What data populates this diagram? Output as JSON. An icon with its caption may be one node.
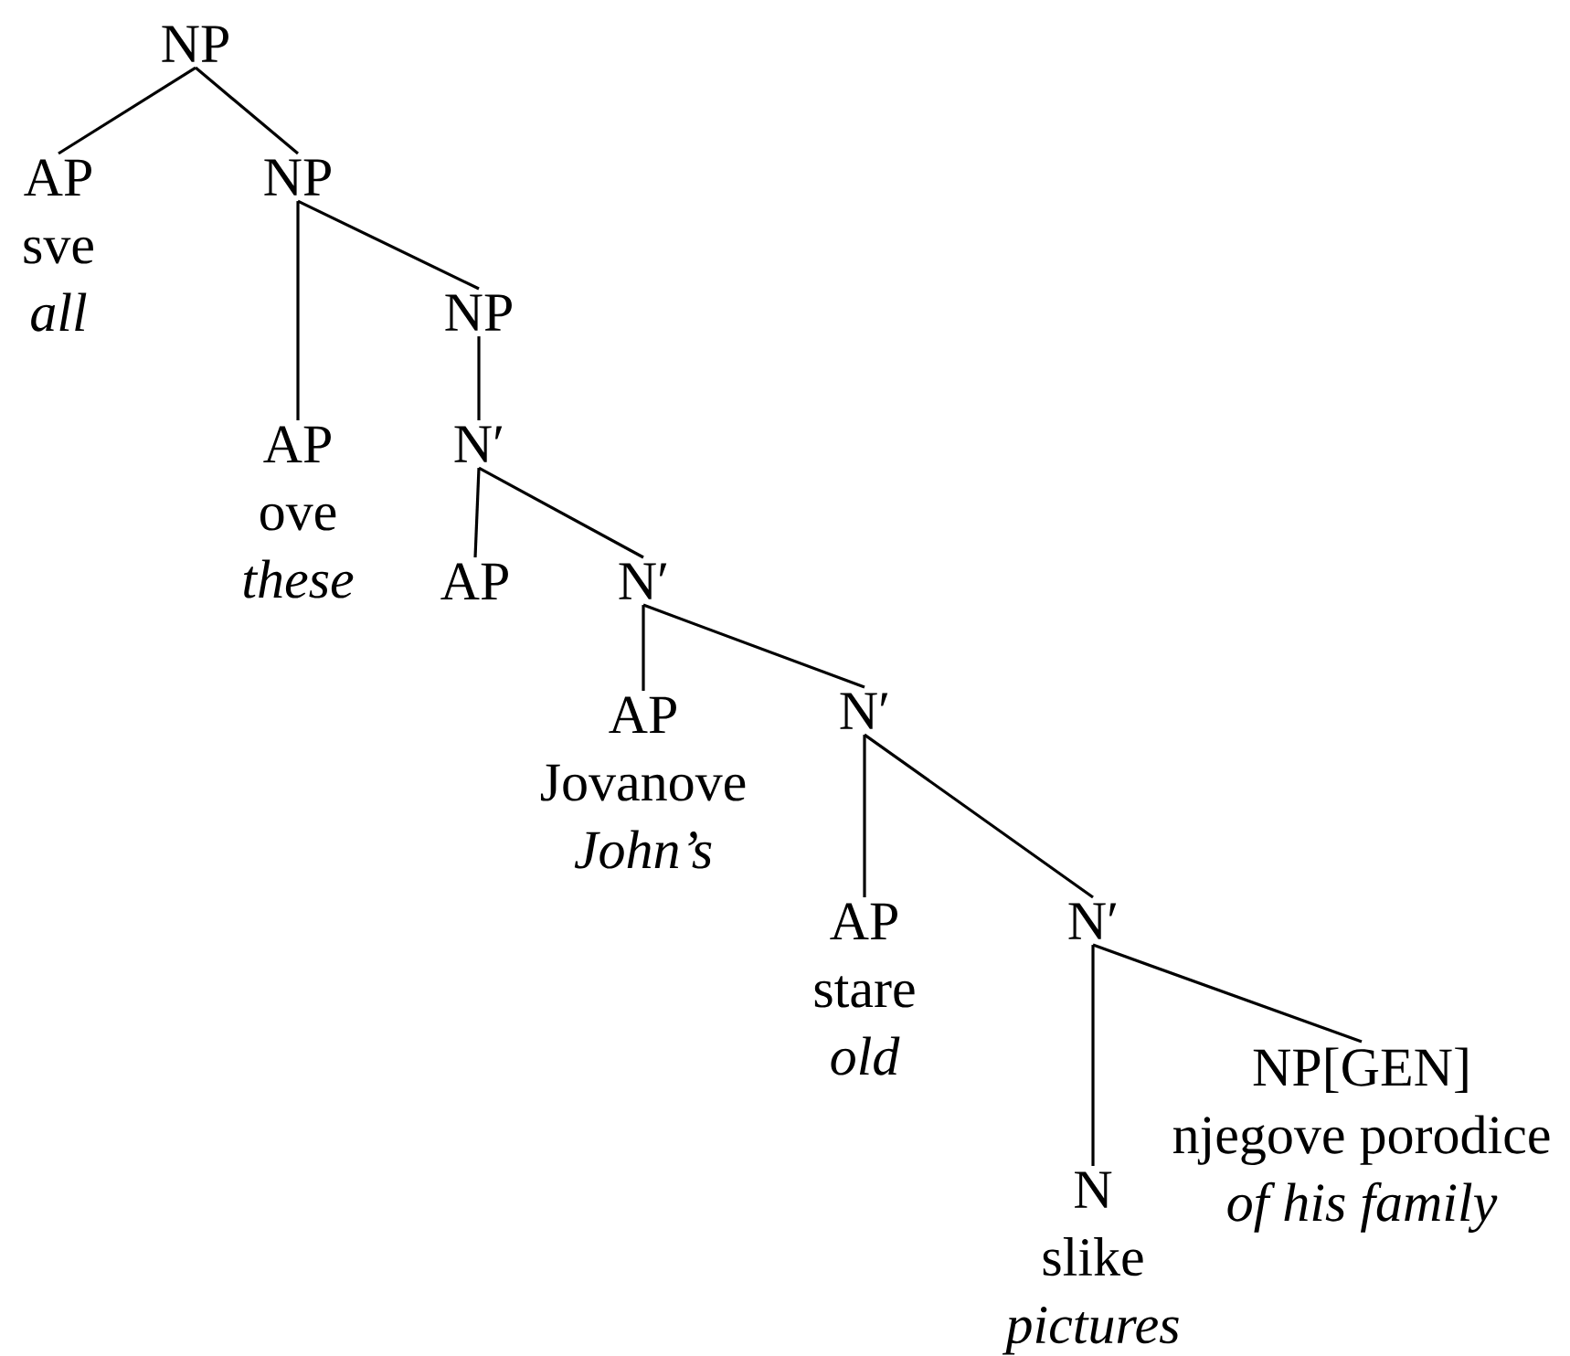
{
  "diagram": {
    "nodes": [
      {
        "text": [
          "NP"
        ]
      },
      {
        "text": [
          "AP",
          "sve",
          "all"
        ]
      },
      {
        "text": [
          "NP"
        ]
      },
      {
        "text": [
          "NP"
        ]
      },
      {
        "text": [
          "AP",
          "ove",
          "these"
        ]
      },
      {
        "text": [
          "N′"
        ]
      },
      {
        "text": [
          "AP"
        ]
      },
      {
        "text": [
          "N′"
        ]
      },
      {
        "text": [
          "AP",
          "Jovanove",
          "John’s"
        ]
      },
      {
        "text": [
          "N′"
        ]
      },
      {
        "text": [
          "AP",
          "stare",
          "old"
        ]
      },
      {
        "text": [
          "N′"
        ]
      },
      {
        "text": [
          "N",
          "slike",
          "pictures"
        ]
      },
      {
        "text": [
          "NP[GEN]",
          "njegove porodice",
          "of his family"
        ]
      }
    ],
    "edges": [
      {
        "from": 0,
        "to": 1,
        "arrow": "none"
      },
      {
        "from": 0,
        "to": 2,
        "arrow": "none"
      },
      {
        "from": 2,
        "to": 4,
        "arrow": "none"
      },
      {
        "from": 2,
        "to": 3,
        "arrow": "none"
      },
      {
        "from": 3,
        "to": 5,
        "arrow": "none"
      },
      {
        "from": 5,
        "to": 6,
        "arrow": "none"
      },
      {
        "from": 5,
        "to": 7,
        "arrow": "none"
      },
      {
        "from": 7,
        "to": 8,
        "arrow": "none"
      },
      {
        "from": 7,
        "to": 9,
        "arrow": "none"
      },
      {
        "from": 9,
        "to": 10,
        "arrow": "none"
      },
      {
        "from": 9,
        "to": 11,
        "arrow": "none"
      },
      {
        "from": 11,
        "to": 12,
        "arrow": "none"
      },
      {
        "from": 11,
        "to": 13,
        "arrow": "none"
      }
    ]
  }
}
